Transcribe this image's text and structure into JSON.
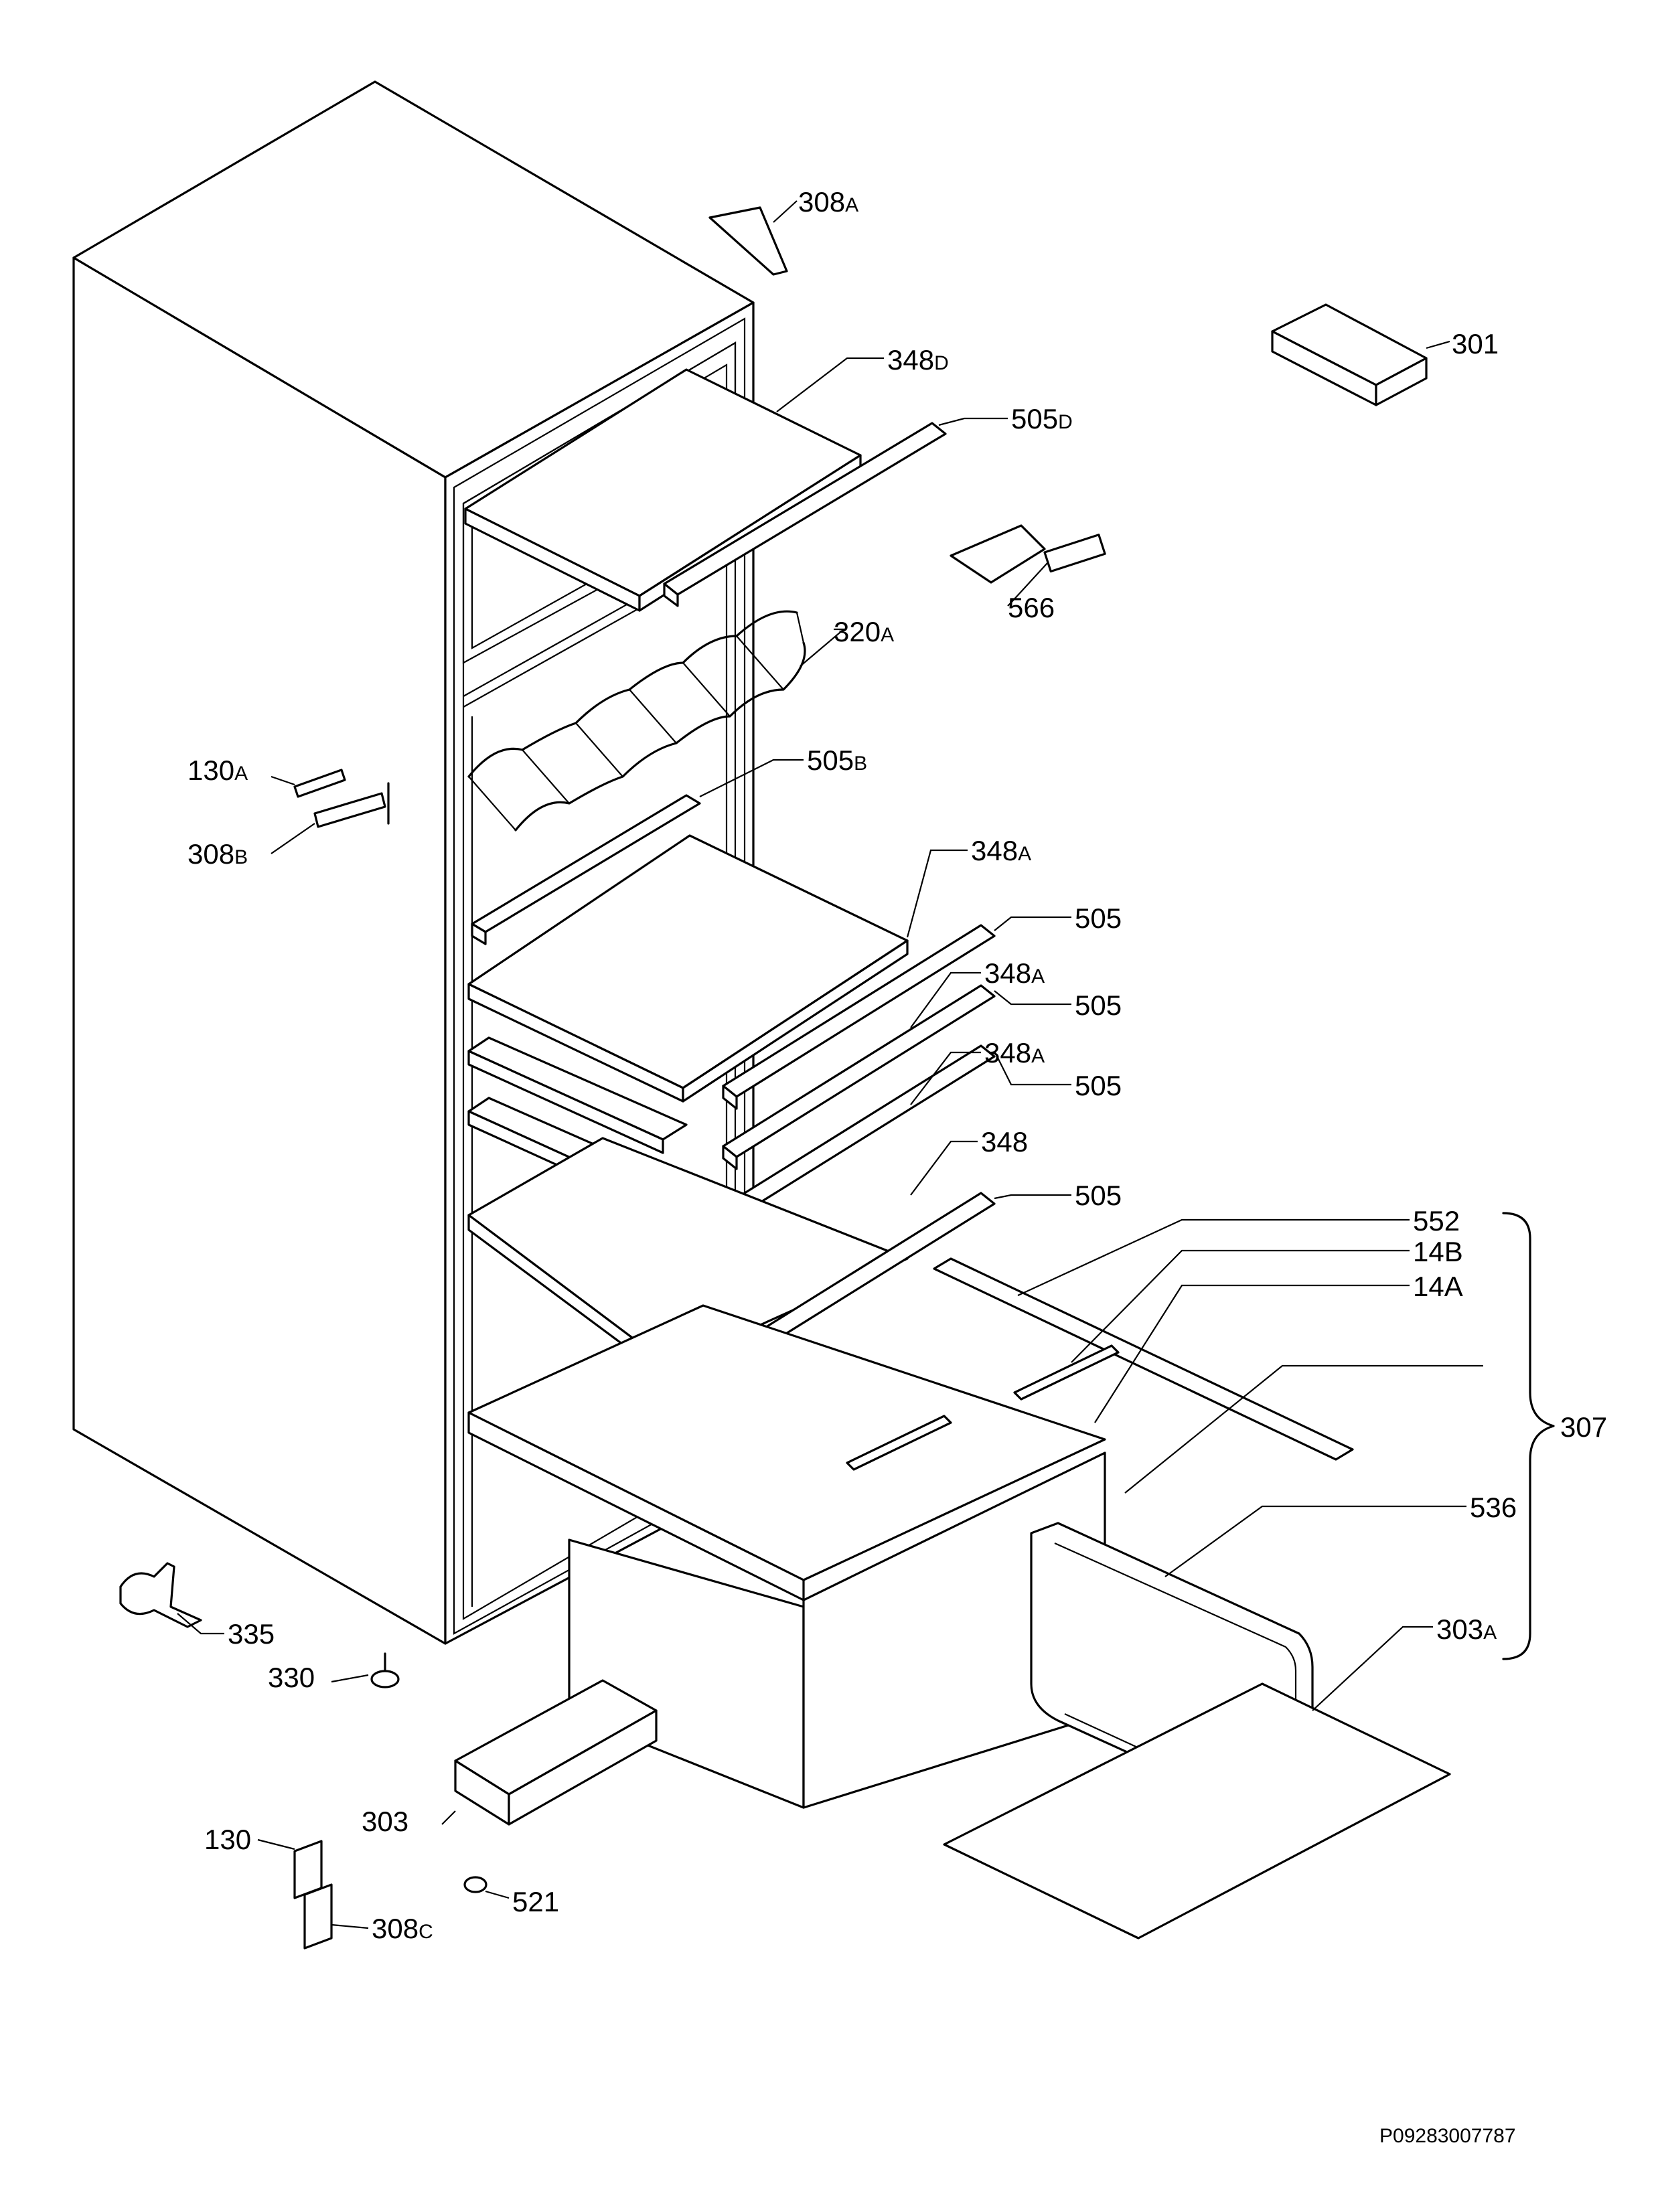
{
  "diagram": {
    "document_code": "P09283007787",
    "parts": [
      {
        "id": "308a",
        "label": "308",
        "suffix": "A"
      },
      {
        "id": "301",
        "label": "301",
        "suffix": ""
      },
      {
        "id": "348d",
        "label": "348",
        "suffix": "D"
      },
      {
        "id": "505d",
        "label": "505",
        "suffix": "D"
      },
      {
        "id": "566",
        "label": "566",
        "suffix": ""
      },
      {
        "id": "320a",
        "label": "320",
        "suffix": "A"
      },
      {
        "id": "130a",
        "label": "130",
        "suffix": "A"
      },
      {
        "id": "505b",
        "label": "505",
        "suffix": "B"
      },
      {
        "id": "308b",
        "label": "308",
        "suffix": "B"
      },
      {
        "id": "348a-1",
        "label": "348",
        "suffix": "A"
      },
      {
        "id": "505-1",
        "label": "505",
        "suffix": ""
      },
      {
        "id": "348a-2",
        "label": "348",
        "suffix": "A"
      },
      {
        "id": "505-2",
        "label": "505",
        "suffix": ""
      },
      {
        "id": "348a-3",
        "label": "348",
        "suffix": "A"
      },
      {
        "id": "505-3",
        "label": "505",
        "suffix": ""
      },
      {
        "id": "348",
        "label": "348",
        "suffix": ""
      },
      {
        "id": "505-4",
        "label": "505",
        "suffix": ""
      },
      {
        "id": "552",
        "label": "552",
        "suffix": ""
      },
      {
        "id": "14b",
        "label": "14B",
        "suffix": ""
      },
      {
        "id": "14a",
        "label": "14A",
        "suffix": ""
      },
      {
        "id": "307",
        "label": "307",
        "suffix": ""
      },
      {
        "id": "536",
        "label": "536",
        "suffix": ""
      },
      {
        "id": "303a",
        "label": "303",
        "suffix": "A"
      },
      {
        "id": "335",
        "label": "335",
        "suffix": ""
      },
      {
        "id": "330",
        "label": "330",
        "suffix": ""
      },
      {
        "id": "303",
        "label": "303",
        "suffix": ""
      },
      {
        "id": "130",
        "label": "130",
        "suffix": ""
      },
      {
        "id": "521",
        "label": "521",
        "suffix": ""
      },
      {
        "id": "308c",
        "label": "308",
        "suffix": "C"
      }
    ]
  }
}
